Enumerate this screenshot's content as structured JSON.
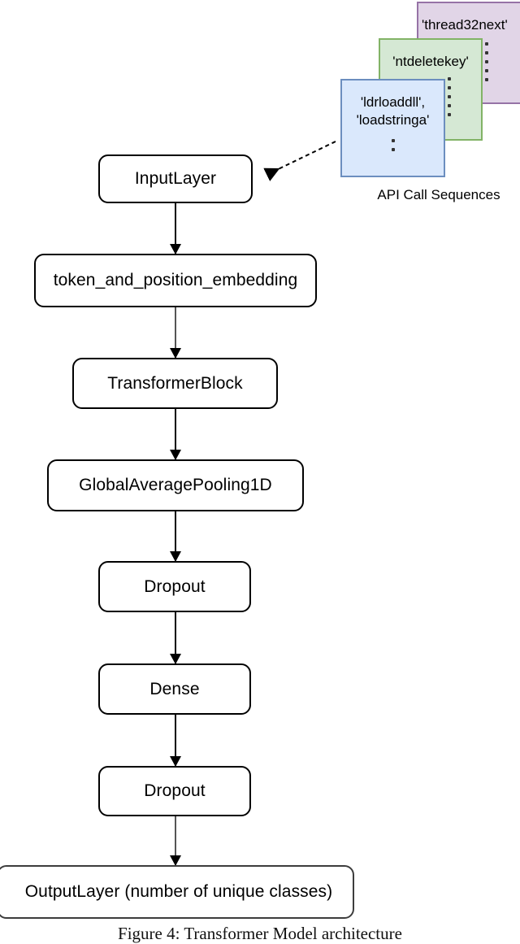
{
  "figure": {
    "caption": "Figure 4: Transformer Model architecture"
  },
  "input_stack": {
    "caption": "API Call Sequences",
    "cards": [
      {
        "id": "purple",
        "text": "'thread32next'",
        "dots": 5,
        "fill": "#e1d5e7",
        "stroke": "#9673a6"
      },
      {
        "id": "green",
        "text": "'ntdeletekey'",
        "dots": 5,
        "fill": "#d5e8d4",
        "stroke": "#82b366"
      },
      {
        "id": "blue",
        "text": "'ldrloaddll',\n'loadstringa'",
        "dots": 2,
        "fill": "#dae8fc",
        "stroke": "#6c8ebf"
      }
    ]
  },
  "flow": {
    "nodes": [
      {
        "id": "input",
        "label": "InputLayer"
      },
      {
        "id": "embedding",
        "label": "token_and_position_embedding"
      },
      {
        "id": "transformer",
        "label": "TransformerBlock"
      },
      {
        "id": "pooling",
        "label": "GlobalAveragePooling1D"
      },
      {
        "id": "dropout1",
        "label": "Dropout"
      },
      {
        "id": "dense",
        "label": "Dense"
      },
      {
        "id": "dropout2",
        "label": "Dropout"
      },
      {
        "id": "output",
        "label": "OutputLayer (number of unique classes)"
      }
    ],
    "edge_color": "#000000",
    "node_stroke": "#000000",
    "node_fill": "#ffffff"
  }
}
